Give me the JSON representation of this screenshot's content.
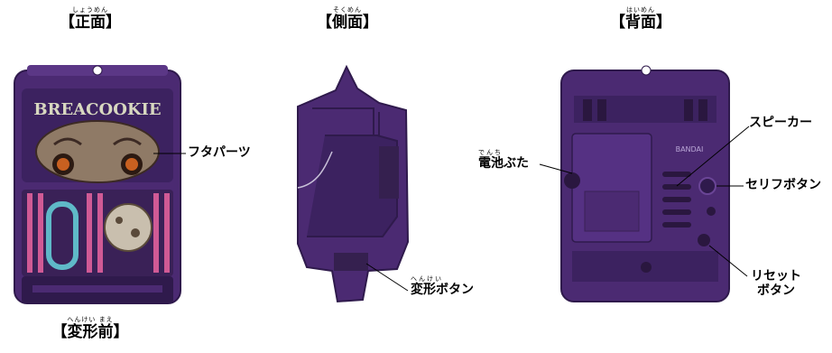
{
  "headings": {
    "front": {
      "ruby": "しょうめん",
      "text": "【正面】"
    },
    "side": {
      "ruby": "そくめん",
      "text": "【側面】"
    },
    "back": {
      "ruby": "はいめん",
      "text": "【背面】"
    },
    "before": {
      "ruby": "へんけい まえ",
      "text": "【変形前】"
    }
  },
  "labels": {
    "lid_parts": "フタパーツ",
    "transform_button": {
      "ruby": "へんけい",
      "text": "変形ボタン"
    },
    "battery_cover": {
      "ruby": "でんち",
      "text": "電池ぶた"
    },
    "speaker": "スピーカー",
    "dialogue_button": "セリフボタン",
    "reset_button_line1": "リセット",
    "reset_button_line2": "ボタン"
  },
  "device": {
    "front_logo": "BREACOOKIE",
    "back_label": "BANDAI",
    "colors": {
      "body": "#4b2a72",
      "body_dark": "#2f1a4c",
      "body_light": "#6a4596",
      "stripe_pink": "#d05a95",
      "accent_cyan": "#5fb9c8"
    }
  }
}
